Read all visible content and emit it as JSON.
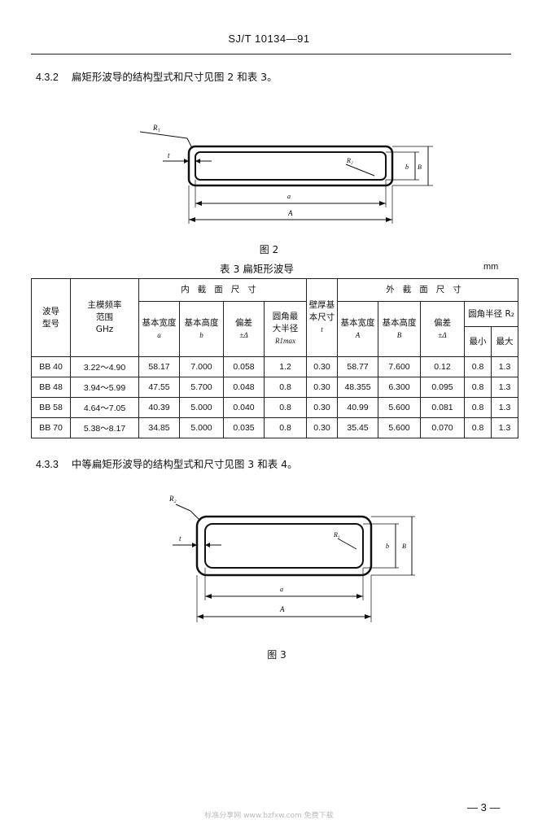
{
  "header": {
    "standard_no": "SJ/T 10134—91"
  },
  "clause_432": {
    "num": "4.3.2",
    "text": "扁矩形波导的结构型式和尺寸见图 2 和表 3。"
  },
  "figure2": {
    "labels": {
      "r1": "R₁",
      "t": "t",
      "r2": "R₂",
      "b": "b",
      "B": "B",
      "a": "a",
      "A": "A"
    },
    "caption": "图 2"
  },
  "table3": {
    "title": "表 3   扁矩形波导",
    "unit": "mm",
    "headers": {
      "type": "波导型号",
      "freq": "主模频率范围",
      "freq_unit": "GHz",
      "inner": "内截面尺寸",
      "inner_width": "基本宽度",
      "inner_width_sym": "a",
      "inner_height": "基本高度",
      "inner_height_sym": "b",
      "inner_tol": "偏差",
      "inner_tol_sym": "±Δ",
      "corner_r": "圆角最大半径",
      "corner_r_sym": "R1max",
      "wall": "壁厚基本尺寸",
      "wall_sym": "t",
      "outer": "外截面尺寸",
      "outer_width": "基本宽度",
      "outer_width_sym": "A",
      "outer_height": "基本高度",
      "outer_height_sym": "B",
      "outer_tol": "偏差",
      "outer_tol_sym": "±Δ",
      "outer_r": "圆角半径 R₂",
      "outer_r_min": "最小",
      "outer_r_max": "最大"
    },
    "rows": [
      [
        "BB 40",
        "3.22～4.90",
        "58.17",
        "7.000",
        "0.058",
        "1.2",
        "0.30",
        "58.77",
        "7.600",
        "0.12",
        "0.8",
        "1.3"
      ],
      [
        "BB 48",
        "3.94～5.99",
        "47.55",
        "5.700",
        "0.048",
        "0.8",
        "0.30",
        "48.355",
        "6.300",
        "0.095",
        "0.8",
        "1.3"
      ],
      [
        "BB 58",
        "4.64～7.05",
        "40.39",
        "5.000",
        "0.040",
        "0.8",
        "0.30",
        "40.99",
        "5.600",
        "0.081",
        "0.8",
        "1.3"
      ],
      [
        "BB 70",
        "5.38～8.17",
        "34.85",
        "5.000",
        "0.035",
        "0.8",
        "0.30",
        "35.45",
        "5.600",
        "0.070",
        "0.8",
        "1.3"
      ]
    ]
  },
  "clause_433": {
    "num": "4.3.3",
    "text": "中等扁矩形波导的结构型式和尺寸见图 3 和表 4。"
  },
  "figure3": {
    "labels": {
      "r2": "R₂",
      "t": "t",
      "r1": "R₁",
      "b": "b",
      "B": "B",
      "a": "a",
      "A": "A"
    },
    "caption": "图 3"
  },
  "footer": {
    "page": "— 3 —",
    "watermark": "标准分享网 www.bzfxw.com 免费下载"
  }
}
